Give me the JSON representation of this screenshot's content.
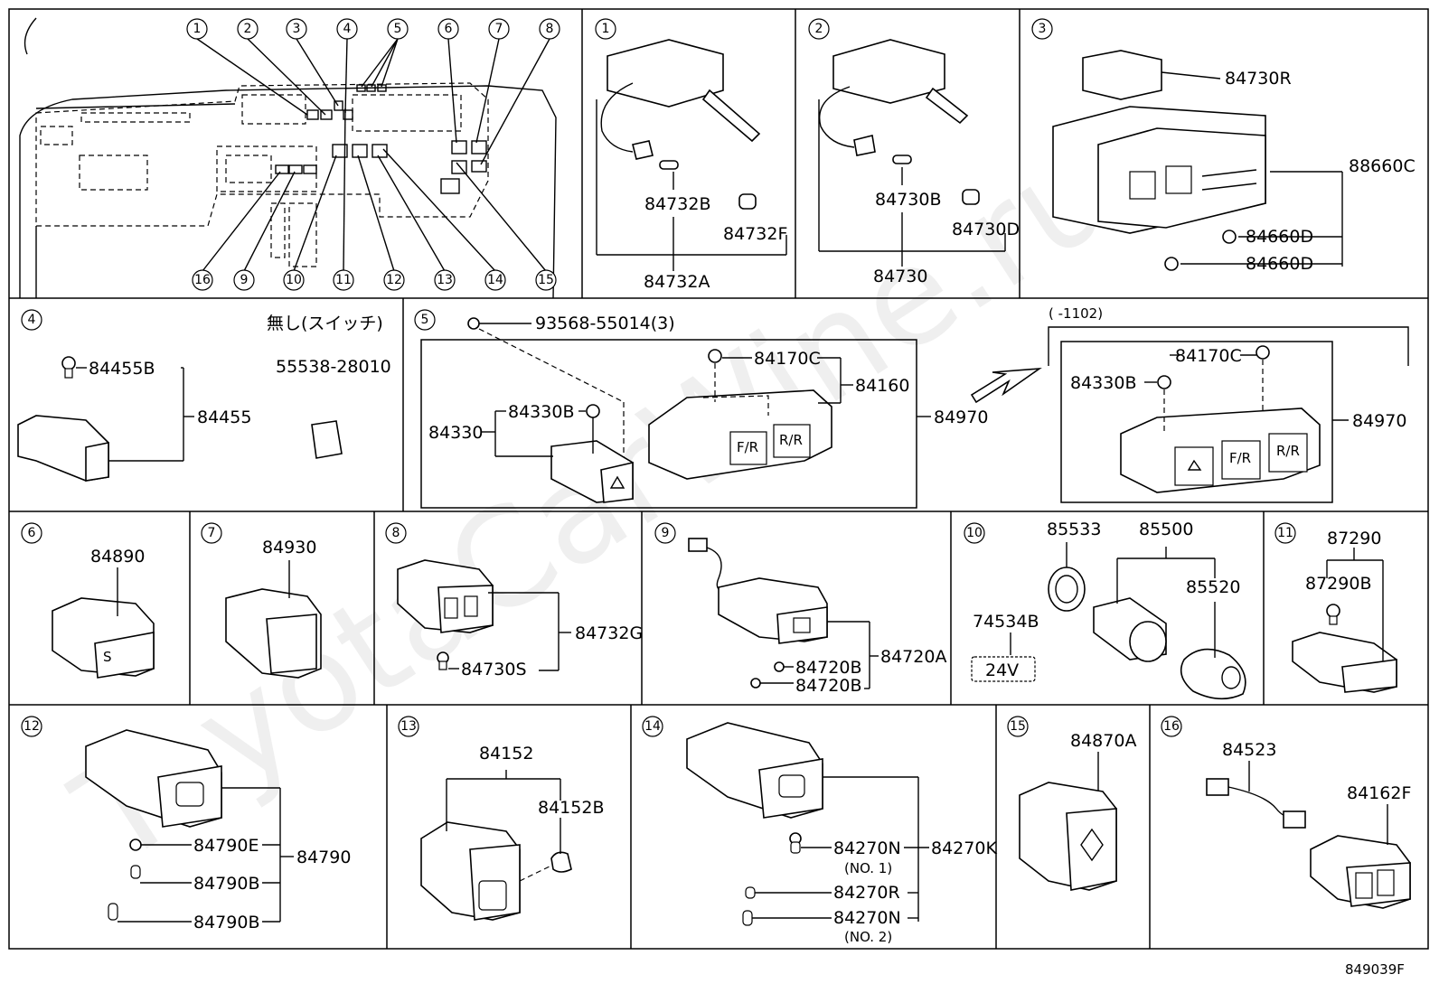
{
  "diagram_code": "849039F",
  "watermark": "ToyotaCarWine.ru",
  "overview": {
    "callouts": [
      "1",
      "2",
      "3",
      "4",
      "5",
      "6",
      "7",
      "8",
      "16",
      "9",
      "10",
      "11",
      "12",
      "13",
      "14",
      "15"
    ]
  },
  "panels": [
    {
      "id": "p1",
      "callout": "1",
      "labels": [
        "84732B",
        "84732F",
        "84732A"
      ]
    },
    {
      "id": "p2",
      "callout": "2",
      "labels": [
        "84730B",
        "84730D",
        "84730"
      ]
    },
    {
      "id": "p3",
      "callout": "3",
      "labels": [
        "84730R",
        "88660C",
        "84660D",
        "84660D"
      ]
    },
    {
      "id": "p4",
      "callout": "4",
      "note": "無し(スイッチ)",
      "labels": [
        "84455B",
        "84455",
        "55538-28010"
      ]
    },
    {
      "id": "p5",
      "callout": "5",
      "note": "( -1102)",
      "labels": [
        "93568-55014(3)",
        "84170C",
        "84160",
        "84330B",
        "84330",
        "84970",
        "84170C",
        "84330B",
        "84970"
      ]
    },
    {
      "id": "p6",
      "callout": "6",
      "labels": [
        "84890"
      ]
    },
    {
      "id": "p7",
      "callout": "7",
      "labels": [
        "84930"
      ]
    },
    {
      "id": "p8",
      "callout": "8",
      "labels": [
        "84732G",
        "84730S"
      ]
    },
    {
      "id": "p9",
      "callout": "9",
      "labels": [
        "84720A",
        "84720B",
        "84720B"
      ]
    },
    {
      "id": "p10",
      "callout": "10",
      "labels": [
        "85533",
        "85500",
        "85520",
        "74534B",
        "24V"
      ]
    },
    {
      "id": "p11",
      "callout": "11",
      "labels": [
        "87290",
        "87290B"
      ]
    },
    {
      "id": "p12",
      "callout": "12",
      "labels": [
        "84790E",
        "84790",
        "84790B",
        "84790B"
      ]
    },
    {
      "id": "p13",
      "callout": "13",
      "labels": [
        "84152",
        "84152B"
      ]
    },
    {
      "id": "p14",
      "callout": "14",
      "labels": [
        "84270N",
        "84270K",
        "(NO. 1)",
        "84270R",
        "84270N",
        "(NO. 2)"
      ]
    },
    {
      "id": "p15",
      "callout": "15",
      "labels": [
        "84870A"
      ]
    },
    {
      "id": "p16",
      "callout": "16",
      "labels": [
        "84523",
        "84162F"
      ]
    }
  ]
}
